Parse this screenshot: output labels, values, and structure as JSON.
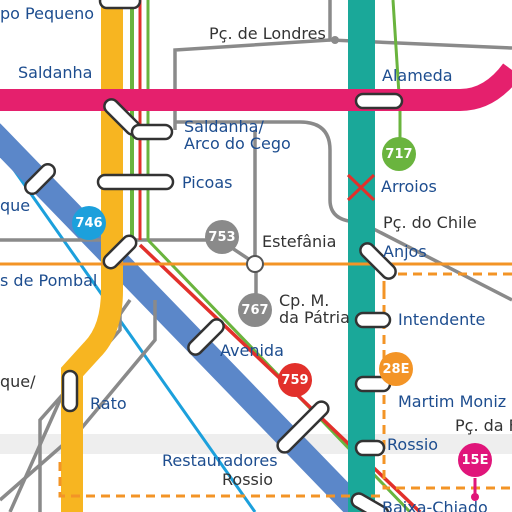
{
  "colors": {
    "pink": "#e5206d",
    "yellow": "#f7b521",
    "teal": "#1aa899",
    "green": "#6ab43e",
    "red": "#e2302b",
    "blue_band": "#5b87c9",
    "sky": "#1ca0dc",
    "orange": "#f39426",
    "gray": "#8a8a8a",
    "magenta": "#e0157a",
    "label_blue": "#1d4d8f",
    "label_dark": "#333333"
  },
  "stations": {
    "campo_pequeno": "po Pequeno",
    "saldanha": "Saldanha",
    "saldanha_arco": "Saldanha/\nArco do Cego",
    "picoas": "Picoas",
    "marques_pombal": "s de Pombal",
    "que": "que",
    "rato": "Rato",
    "que_slash": "que/",
    "avenida": "Avenida",
    "restauradores": "Restauradores",
    "rossio_east": "Rossio",
    "alameda": "Alameda",
    "arroios": "Arroios",
    "anjos": "Anjos",
    "intendente": "Intendente",
    "martim_moniz": "Martim Moniz",
    "baixa_chiado": "Baixa-Chiado"
  },
  "places": {
    "pc_londres": "Pç. de Londres",
    "pc_chile": "Pç. do Chile",
    "estefania": "Estefânia",
    "cp_patria": "Cp. M.\nda Pátria",
    "rossio_west": "Rossio",
    "pc_da_f": "Pç. da F"
  },
  "badges": {
    "b717": {
      "label": "717",
      "color": "#6ab43e"
    },
    "b746": {
      "label": "746",
      "color": "#1ca0dc"
    },
    "b753": {
      "label": "753",
      "color": "#8a8a8a"
    },
    "b767": {
      "label": "767",
      "color": "#8a8a8a"
    },
    "b759": {
      "label": "759",
      "color": "#e2302b"
    },
    "b28e": {
      "label": "28E",
      "color": "#f39426"
    },
    "b15e": {
      "label": "15E",
      "color": "#e0157a"
    }
  }
}
